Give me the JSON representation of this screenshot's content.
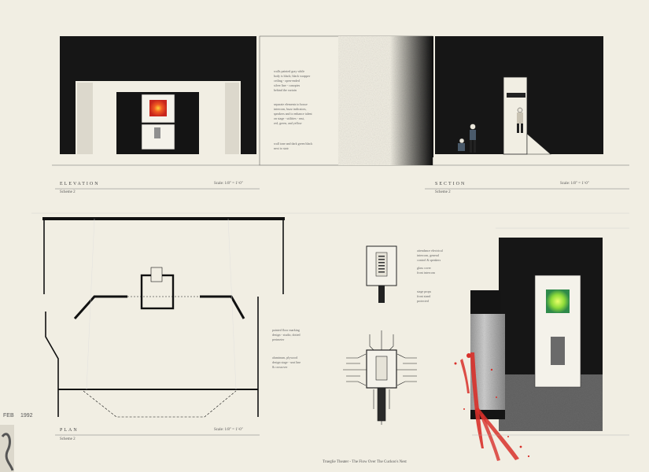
{
  "elevation": {
    "title": "ELEVATION",
    "scale": "Scale: 1/8\" = 1'-0\"",
    "scheme": "Scheme 2"
  },
  "section": {
    "title": "SECTION",
    "scale": "Scale: 1/8\" = 1'-0\"",
    "scheme": "Scheme 2"
  },
  "plan": {
    "title": "PLAN",
    "scale": "Scale: 1/8\" = 1'-0\"",
    "scheme": "Scheme 2"
  },
  "footer": {
    "caption": "Trueglie Theater - The Flow Over The Cuckoo's Nest"
  },
  "stamp": {
    "month": "FEB",
    "year": "1992"
  },
  "notes": {
    "elevation_1": "walls painted gray while\nbody is black; black wrapper\nceiling - open-ended\nsilver line - canopies\nbehind the curtain",
    "elevation_2": "separate elements to house\nintercom, buzz indicators,\nspeakers and to enhance talent\non stage - utilities - east,\nred, green, and yellow",
    "elevation_3": "wall tone and dark green black\nnext to stair",
    "detail_1": "attendance electrical\nintercom, general\ncontrol & speakers",
    "detail_2": "glass cover\nfront intercom",
    "detail_3": "stage props\nfront stand\nprotected",
    "plan_1": "painted floor marking\ndesign - studio, dotted\nperimeter",
    "plan_2": "aluminum, plywood\ndesign stage - seat line\n& crossover"
  },
  "colors": {
    "paper": "#f1eee3",
    "ink": "#1b1b1b",
    "red_light": "#e03a1f",
    "green_light": "#8fdc3a",
    "blood": "#d8302a"
  }
}
